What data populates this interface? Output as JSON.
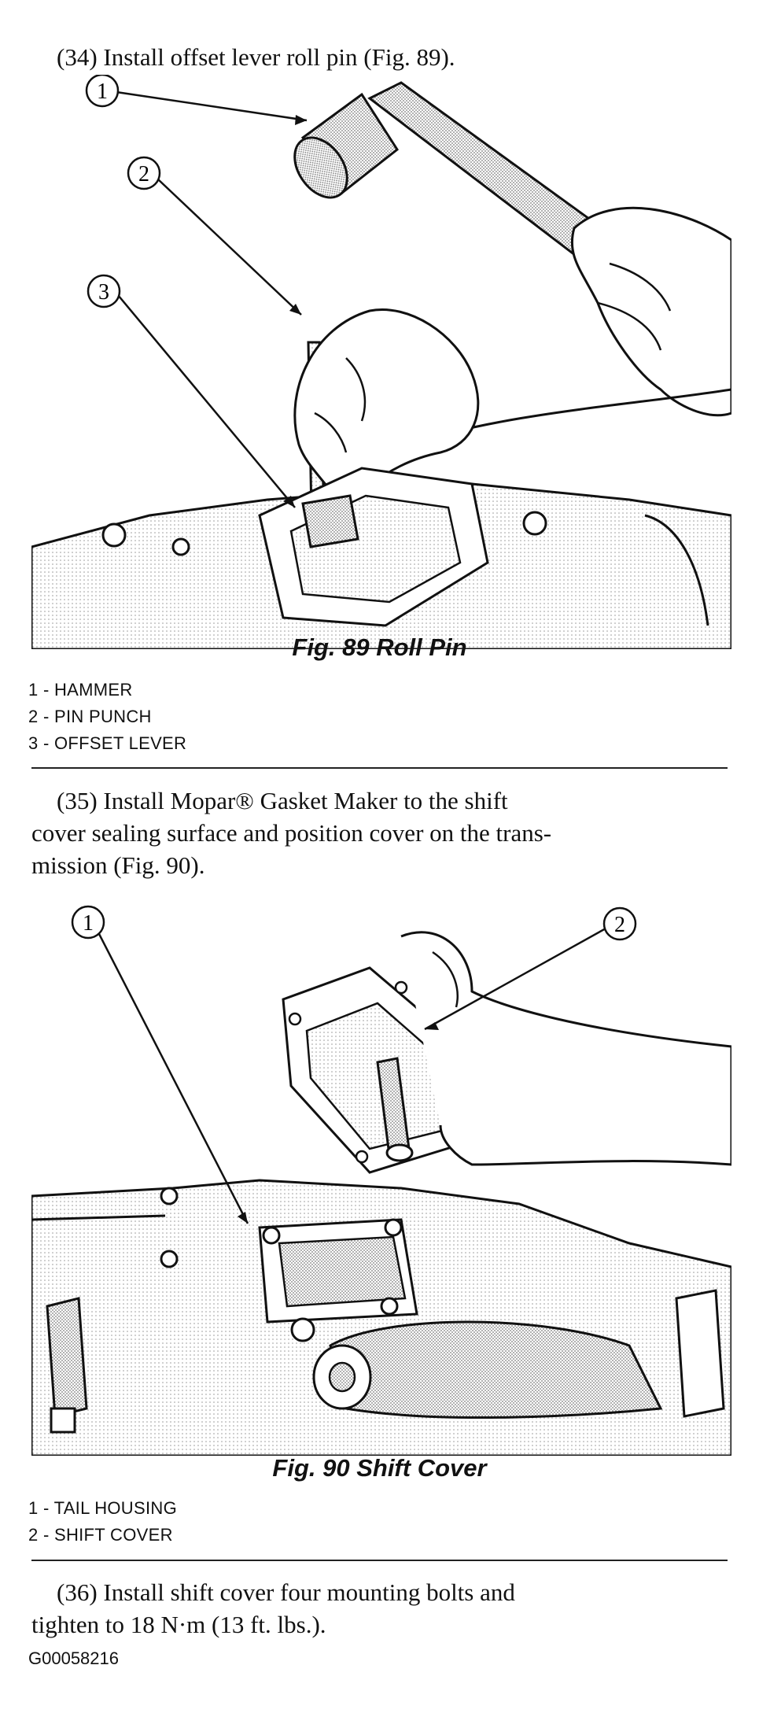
{
  "step34": "(34) Install offset lever roll pin (Fig. 89).",
  "fig89": {
    "callouts": [
      "1",
      "2",
      "3"
    ],
    "caption": "Fig. 89 Roll Pin",
    "legend": [
      "1 - HAMMER",
      "2 - PIN PUNCH",
      "3 - OFFSET LEVER"
    ]
  },
  "step35": "(35) Install Mopar® Gasket Maker to the shift cover sealing surface and position cover on the transmission (Fig. 90).",
  "step35_lines": [
    "(35) Install Mopar® Gasket Maker to the shift",
    "cover sealing surface and position cover on the trans-",
    "mission (Fig. 90)."
  ],
  "fig90": {
    "callouts": [
      "1",
      "2"
    ],
    "caption": "Fig. 90 Shift Cover",
    "legend": [
      "1 - TAIL HOUSING",
      "2 - SHIFT COVER"
    ]
  },
  "step36_lines": [
    "(36) Install shift cover four mounting bolts and",
    "tighten to 18 N·m (13 ft. lbs.)."
  ],
  "doc_id": "G00058216"
}
